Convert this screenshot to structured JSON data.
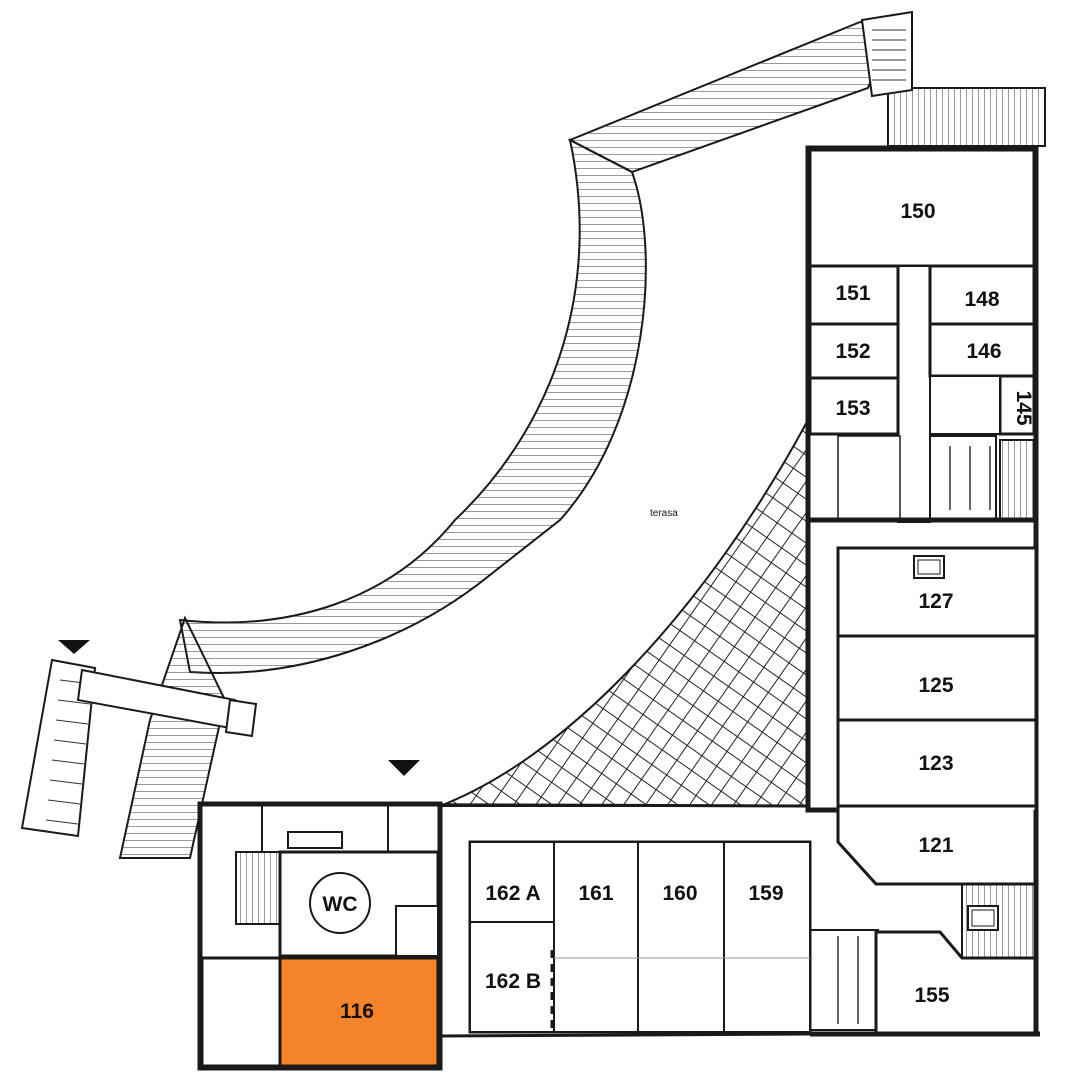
{
  "highlight_color": "#f5832a",
  "terrace_label": "terasa",
  "rooms": {
    "r150": "150",
    "r151": "151",
    "r148": "148",
    "r152": "152",
    "r146": "146",
    "r153": "153",
    "r145": "145",
    "r127": "127",
    "r125": "125",
    "r123": "123",
    "r121": "121",
    "r162a": "162 A",
    "r162b": "162 B",
    "r161": "161",
    "r160": "160",
    "r159": "159",
    "r155": "155",
    "r116": "116",
    "wc": "WC"
  },
  "icons": [
    "entrance-marker-icon",
    "elevator-icon",
    "stairs-icon",
    "door-icon"
  ]
}
